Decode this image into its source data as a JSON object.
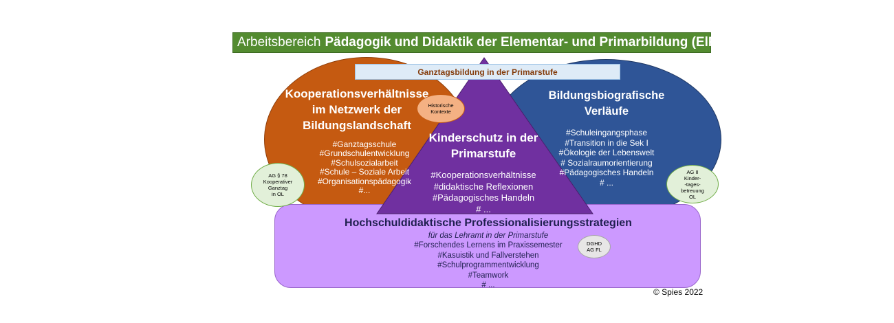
{
  "title": {
    "prefix": "Arbeitsbereich",
    "main": "Pädagogik und Didaktik der Elementar- und Primarbildung (ElPri)"
  },
  "ganztag": "Ganztagsbildung in der Primarstufe",
  "left": {
    "heading": [
      "Kooperationsverhältnisse",
      "im Netzwerk der",
      "Bildungslandschaft"
    ],
    "items": [
      "#Ganztagsschule",
      "#Grundschulentwicklung",
      "#Schulsozialarbeit",
      "#Schule – Soziale Arbeit",
      "#Organisationspädagogik",
      "#..."
    ]
  },
  "right": {
    "heading": [
      "Bildungsbiografische",
      "Verläufe"
    ],
    "items": [
      "#Schuleingangsphase",
      "#Transition in die Sek I",
      "#Ökologie der Lebenswelt",
      "# Sozialraumorientierung",
      "#Pädagogisches Handeln",
      "# ..."
    ]
  },
  "center": {
    "heading": [
      "Kinderschutz in der",
      "Primarstufe"
    ],
    "items": [
      "#Kooperationsverhältnisse",
      "#didaktische Reflexionen",
      "#Pädagogisches Handeln",
      "# ..."
    ]
  },
  "bottom": {
    "heading": "Hochschuldidaktische Professionalisierungsstrategien",
    "subtitle": "für das Lehramt in der  Primarstufe",
    "items": [
      "#Forschendes Lernens im Praxissemester",
      "#Kasuistik und Fallverstehen",
      "#Schulprogrammentwicklung",
      "#Teamwork",
      "# ..."
    ]
  },
  "bubbles": {
    "historisch": [
      "Historische",
      "Kontexte"
    ],
    "ag78": [
      "AG § 78",
      "Kooperativer",
      "Ganztag",
      "in OL"
    ],
    "ag2": [
      "AG II",
      "Kinder-",
      "-tages-",
      "betreuung",
      "OL"
    ],
    "dghd": [
      "DGHD",
      "AG FL"
    ]
  },
  "copyright": "© Spies 2022",
  "colors": {
    "title": "#538b30",
    "left": "#c55a11",
    "right": "#2f5597",
    "triangle": "#7030a0",
    "bottom": "#cc99ff"
  }
}
